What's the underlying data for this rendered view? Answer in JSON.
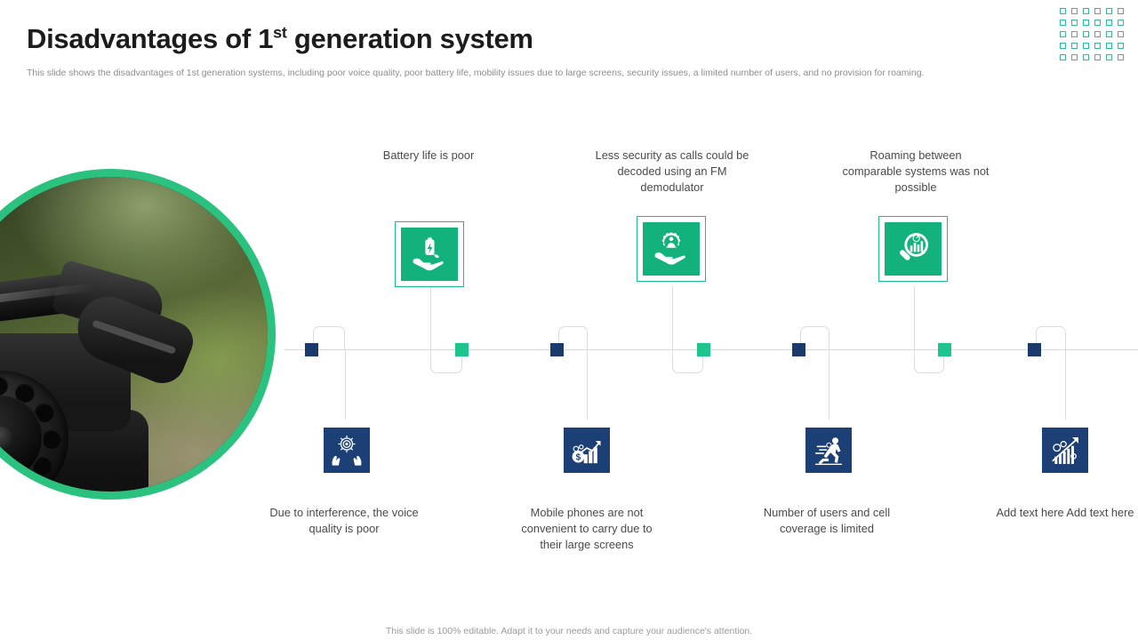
{
  "header": {
    "title_main": "Disadvantages of 1",
    "title_sup": "st",
    "title_tail": " generation system",
    "subtitle": "This slide shows the disadvantages of 1st generation systems, including poor voice quality, poor battery life, mobility issues due to large screens, security issues, a limited number of users, and no provision for roaming."
  },
  "decoration": {
    "dot_grid": {
      "columns": 6,
      "rows": 5,
      "color": "#2bbf9a"
    }
  },
  "photo": {
    "alt_label": "vintage black rotary dial telephone"
  },
  "colors": {
    "accent_green": "#13b27c",
    "node_green": "#1dc48d",
    "ring_green": "#2bc27f",
    "accent_blue": "#1c3f76",
    "node_blue": "#1a3a6b",
    "line_gray": "#d8d8d8",
    "text_gray": "#4a4a4a",
    "subtitle_gray": "#8e8e8e"
  },
  "timeline": {
    "top_items": [
      {
        "icon": "hand-holding-battery-icon",
        "label": "Battery life is poor"
      },
      {
        "icon": "hand-holding-gear-person-icon",
        "label": "Less security as calls could be decoded using an FM demodulator"
      },
      {
        "icon": "magnifier-bar-chart-icon",
        "label": "Roaming between comparable systems was not possible"
      }
    ],
    "bottom_items": [
      {
        "icon": "hands-signal-icon",
        "label": "Due to interference, the voice quality is poor"
      },
      {
        "icon": "dollar-growth-chart-icon",
        "label": "Mobile phones are not convenient to carry due to their large screens"
      },
      {
        "icon": "running-person-icon",
        "label": "Number of users and cell coverage is limited"
      },
      {
        "icon": "gears-growth-chart-icon",
        "label": "Add text here Add text here"
      }
    ]
  },
  "footer": {
    "note": "This slide is 100% editable. Adapt it to your needs and capture your audience's attention."
  }
}
